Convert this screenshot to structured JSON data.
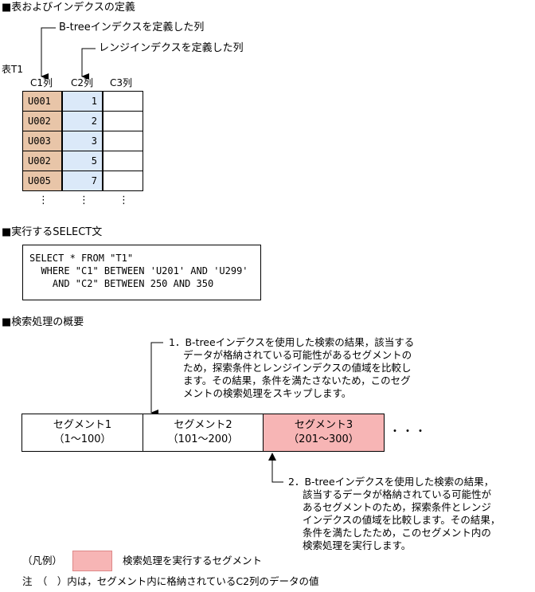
{
  "colors": {
    "c1_fill": "#e8c5a8",
    "c2_fill": "#dbe9f9",
    "highlight_segment": "#f7b5b5"
  },
  "section1": {
    "title": "■表およびインデクスの定義",
    "btree_label": "B-treeインデクスを定義した列",
    "range_label": "レンジインデクスを定義した列",
    "table_name": "表T1",
    "columns": [
      "C1列",
      "C2列",
      "C3列"
    ],
    "rows": [
      {
        "c1": "U001",
        "c2": "1"
      },
      {
        "c1": "U002",
        "c2": "2"
      },
      {
        "c1": "U003",
        "c2": "3"
      },
      {
        "c1": "U002",
        "c2": "5"
      },
      {
        "c1": "U005",
        "c2": "7"
      }
    ],
    "ellipsis": "⋮"
  },
  "section2": {
    "title": "■実行するSELECT文",
    "sql": [
      "SELECT * FROM \"T1\"",
      "  WHERE \"C1\" BETWEEN 'U201' AND 'U299'",
      "    AND \"C2\" BETWEEN 250 AND 350"
    ]
  },
  "section3": {
    "title": "■検索処理の概要",
    "note1": [
      "1．B-treeインデクスを使用した検索の結果，該当する",
      "データが格納されている可能性があるセグメントの",
      "ため，探索条件とレンジインデクスの値域を比較し",
      "ます。その結果，条件を満たさないため，このセグ",
      "メントの検索処理をスキップします。"
    ],
    "segments": [
      {
        "name": "セグメント1",
        "range": "（1～100）"
      },
      {
        "name": "セグメント2",
        "range": "（101～200）"
      },
      {
        "name": "セグメント3",
        "range": "（201～300）"
      }
    ],
    "more": "・・・",
    "note2": [
      "2．B-treeインデクスを使用した検索の結果，",
      "該当するデータが格納されている可能性が",
      "あるセグメントのため，探索条件とレンジ",
      "インデクスの値域を比較します。その結果，",
      "条件を満たしたため，このセグメント内の",
      "検索処理を実行します。"
    ]
  },
  "legend": {
    "label": "（凡例）",
    "desc": "検索処理を実行するセグメント"
  },
  "footnote": "注　（　）内は，セグメント内に格納されているC2列のデータの値"
}
